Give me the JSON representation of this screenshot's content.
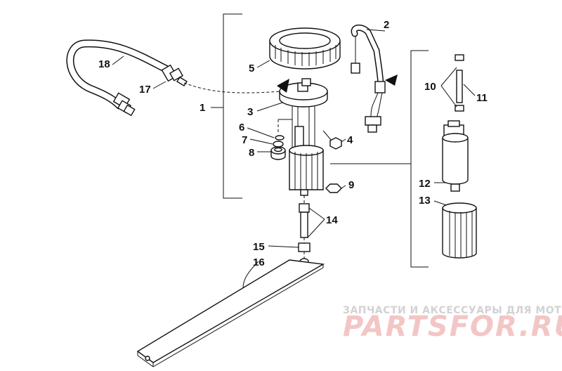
{
  "callouts": {
    "c1": "1",
    "c2": "2",
    "c3": "3",
    "c4": "4",
    "c5": "5",
    "c6": "6",
    "c7": "7",
    "c8": "8",
    "c9": "9",
    "c10": "10",
    "c11": "11",
    "c12": "12",
    "c13": "13",
    "c14": "14",
    "c15": "15",
    "c16": "16",
    "c17": "17",
    "c18": "18"
  },
  "watermark": {
    "tagline": "ЗАПЧАСТИ И АКСЕССУАРЫ ДЛЯ МОТОТЕХНИКИ",
    "logo": "PARTSFOR.RU"
  },
  "colors": {
    "line": "#111111",
    "watermark_tagline": "#d2d2d2",
    "watermark_logo": "#f3c6c6"
  }
}
